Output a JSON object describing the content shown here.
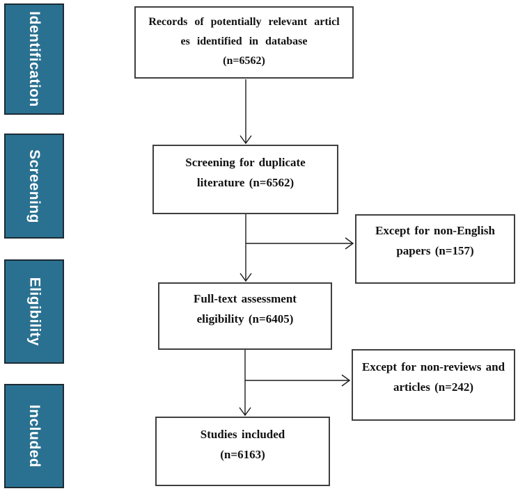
{
  "figure": {
    "type": "prisma-flow-diagram"
  },
  "palette": {
    "stage_fill": "#2a7191",
    "stage_border": "#1c2b33",
    "stage_text": "#ffffff",
    "box_border": "#3f3f3f",
    "line_color": "#1a1a1a",
    "text_color": "#111111"
  },
  "stages": [
    {
      "label": "Identification"
    },
    {
      "label": "Screening"
    },
    {
      "label": "Eligibility"
    },
    {
      "label": "Included"
    }
  ],
  "flow": {
    "boxes": [
      {
        "id": "records",
        "lines": [
          "Records of potentially relevant articl",
          "es identified in database",
          "(n=6562)"
        ]
      },
      {
        "id": "screening",
        "lines": [
          "Screening for duplicate",
          "literature (n=6562)"
        ]
      },
      {
        "id": "fulltext",
        "lines": [
          "Full-text assessment",
          "eligibility (n=6405)"
        ]
      },
      {
        "id": "studies",
        "lines": [
          "Studies included",
          "(n=6163)"
        ]
      }
    ],
    "exclusions": [
      {
        "id": "non_english",
        "lines": [
          "Except for non-English",
          "papers (n=157)"
        ]
      },
      {
        "id": "non_reviews",
        "lines": [
          "Except for non-reviews and",
          "articles (n=242)"
        ]
      }
    ]
  }
}
